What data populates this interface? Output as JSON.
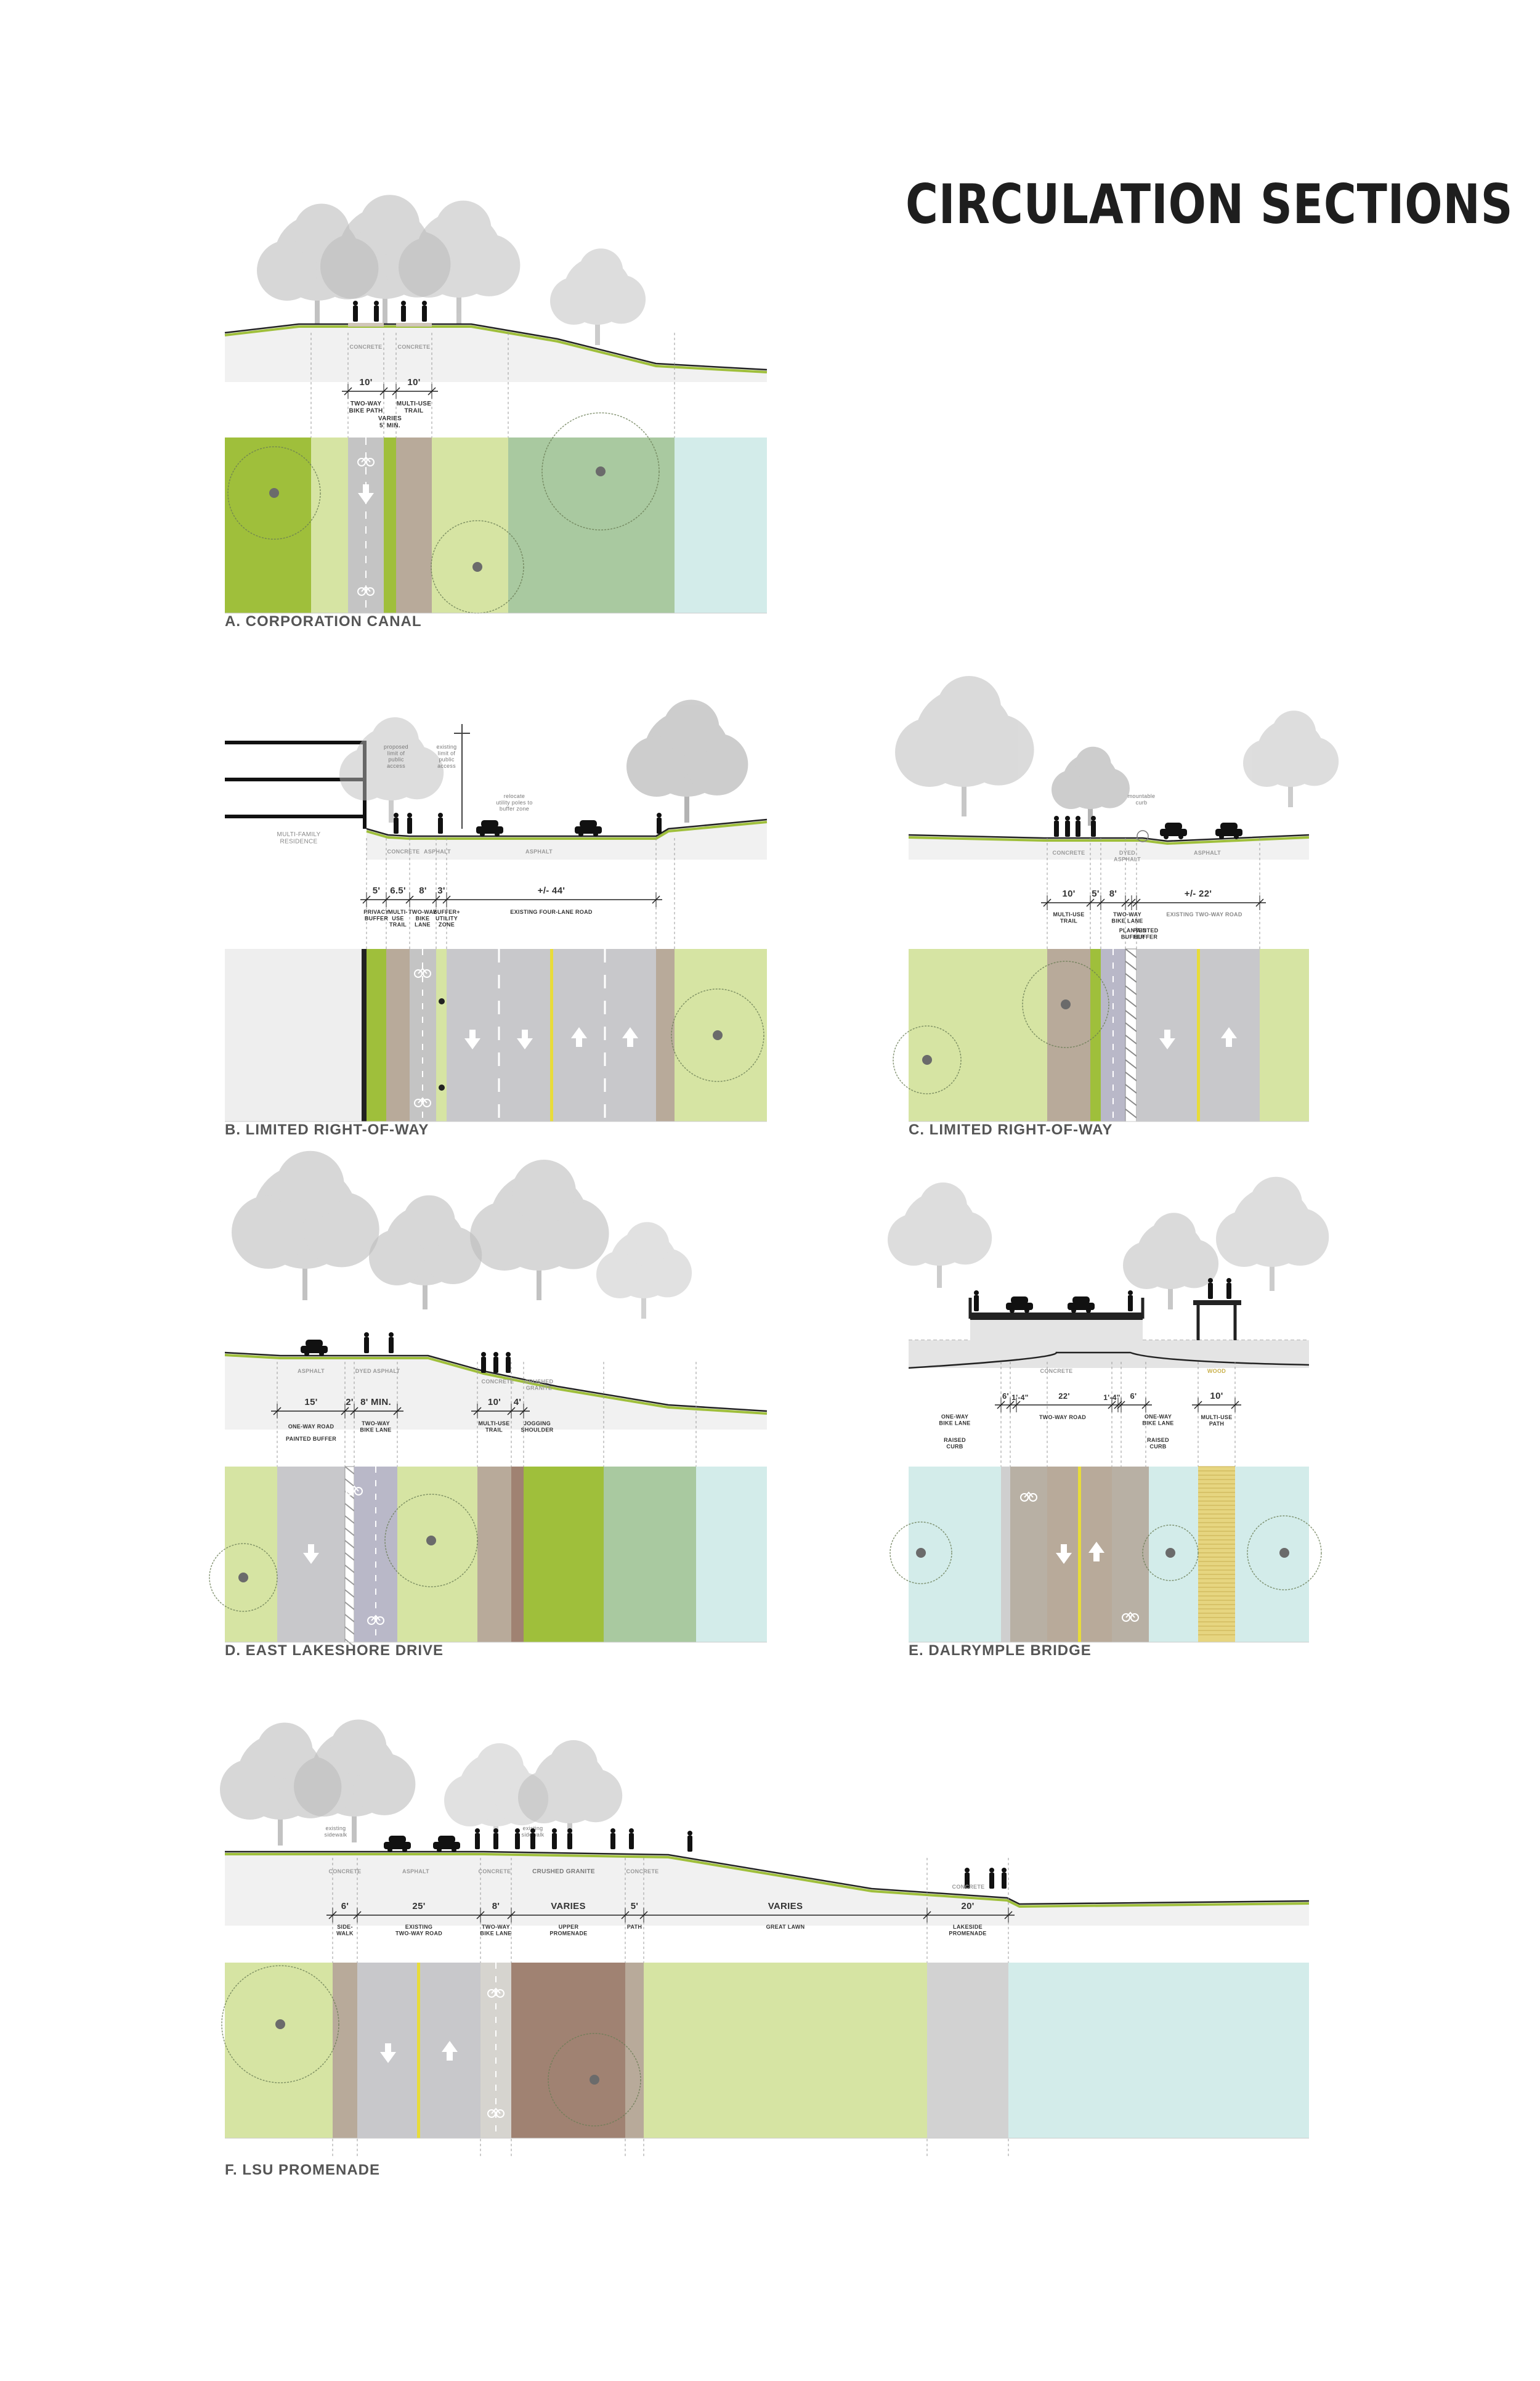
{
  "title": "CIRCULATION SECTIONS",
  "colors": {
    "grass": "#d6e4a3",
    "grass_dark": "#9fbf3b",
    "canopy": "#a9c9a0",
    "water": "#d3ecea",
    "asphalt": "#c8c8cb",
    "concrete": "#b8aa9a",
    "bike": "#c4c4c4",
    "yellow": "#e8dc3a",
    "crushed_granite": "#a08272",
    "tree": "#bdbdbd",
    "dim_line": "#222222"
  },
  "sections": [
    {
      "id": "A",
      "caption": "A.  CORPORATION CANAL",
      "materials": [
        "CONCRETE",
        "CONCRETE"
      ],
      "dims": [
        "10'",
        "10'"
      ],
      "labels": [
        "TWO-WAY\nBIKE PATH",
        "MULTI-USE\nTRAIL",
        "VARIES\n5' MIN."
      ]
    },
    {
      "id": "B",
      "caption": "B.  LIMITED RIGHT-OF-WAY",
      "notes": [
        "MULTI-FAMILY\nRESIDENCE",
        "proposed\nlimit of\npublic\naccess",
        "existing\nlimit of\npublic\naccess",
        "relocate\nutility poles to\nbuffer zone"
      ],
      "materials": [
        "CONCRETE",
        "ASPHALT",
        "ASPHALT"
      ],
      "dims": [
        "5'",
        "6.5'",
        "8'",
        "3'",
        "+/- 44'"
      ],
      "labels": [
        "PRIVACY\nBUFFER",
        "MULTI-\nUSE\nTRAIL",
        "TWO-WAY\nBIKE\nLANE",
        "BUFFER+\nUTILITY\nZONE",
        "EXISTING FOUR-LANE ROAD"
      ]
    },
    {
      "id": "C",
      "caption": "C.  LIMITED RIGHT-OF-WAY",
      "notes": [
        "mountable\ncurb"
      ],
      "materials": [
        "CONCRETE",
        "DYED\nASPHALT",
        "ASPHALT"
      ],
      "dims": [
        "10'",
        "5'",
        "8'",
        "+/- 22'"
      ],
      "labels": [
        "MULTI-USE\nTRAIL",
        "TWO-WAY\nBIKE LANE",
        "PLANTED\nBUFFER",
        "PAINTED\nBUFFER",
        "EXISTING TWO-WAY ROAD"
      ]
    },
    {
      "id": "D",
      "caption": "D.  EAST LAKESHORE DRIVE",
      "materials": [
        "ASPHALT",
        "DYED ASPHALT",
        "CONCRETE",
        "CRUSHED\nGRANITE"
      ],
      "dims": [
        "15'",
        "2'",
        "8' MIN.",
        "10'",
        "4'"
      ],
      "labels": [
        "ONE-WAY ROAD",
        "PAINTED BUFFER",
        "TWO-WAY\nBIKE LANE",
        "MULTI-USE\nTRAIL",
        "JOGGING\nSHOULDER"
      ]
    },
    {
      "id": "E",
      "caption": "E.  DALRYMPLE BRIDGE",
      "materials": [
        "CONCRETE",
        "WOOD"
      ],
      "dims": [
        "6'",
        "1'-4\"",
        "22'",
        "1'-4\"",
        "6'",
        "10'"
      ],
      "labels": [
        "ONE-WAY\nBIKE LANE",
        "RAISED\nCURB",
        "TWO-WAY ROAD",
        "ONE-WAY\nBIKE LANE",
        "RAISED\nCURB",
        "MULTI-USE\nPATH"
      ]
    },
    {
      "id": "F",
      "caption": "F.  LSU PROMENADE",
      "notes": [
        "existing\nsidewalk",
        "existing\nsidewalk"
      ],
      "materials": [
        "CONCRETE",
        "ASPHALT",
        "CONCRETE",
        "CRUSHED GRANITE",
        "CONCRETE",
        "CONCRETE"
      ],
      "dims": [
        "6'",
        "25'",
        "8'",
        "VARIES",
        "5'",
        "VARIES",
        "20'"
      ],
      "labels": [
        "SIDE-\nWALK",
        "EXISTING\nTWO-WAY ROAD",
        "TWO-WAY\nBIKE LANE",
        "UPPER\nPROMENADE",
        "PATH",
        "GREAT LAWN",
        "LAKESIDE\nPROMENADE"
      ]
    }
  ]
}
